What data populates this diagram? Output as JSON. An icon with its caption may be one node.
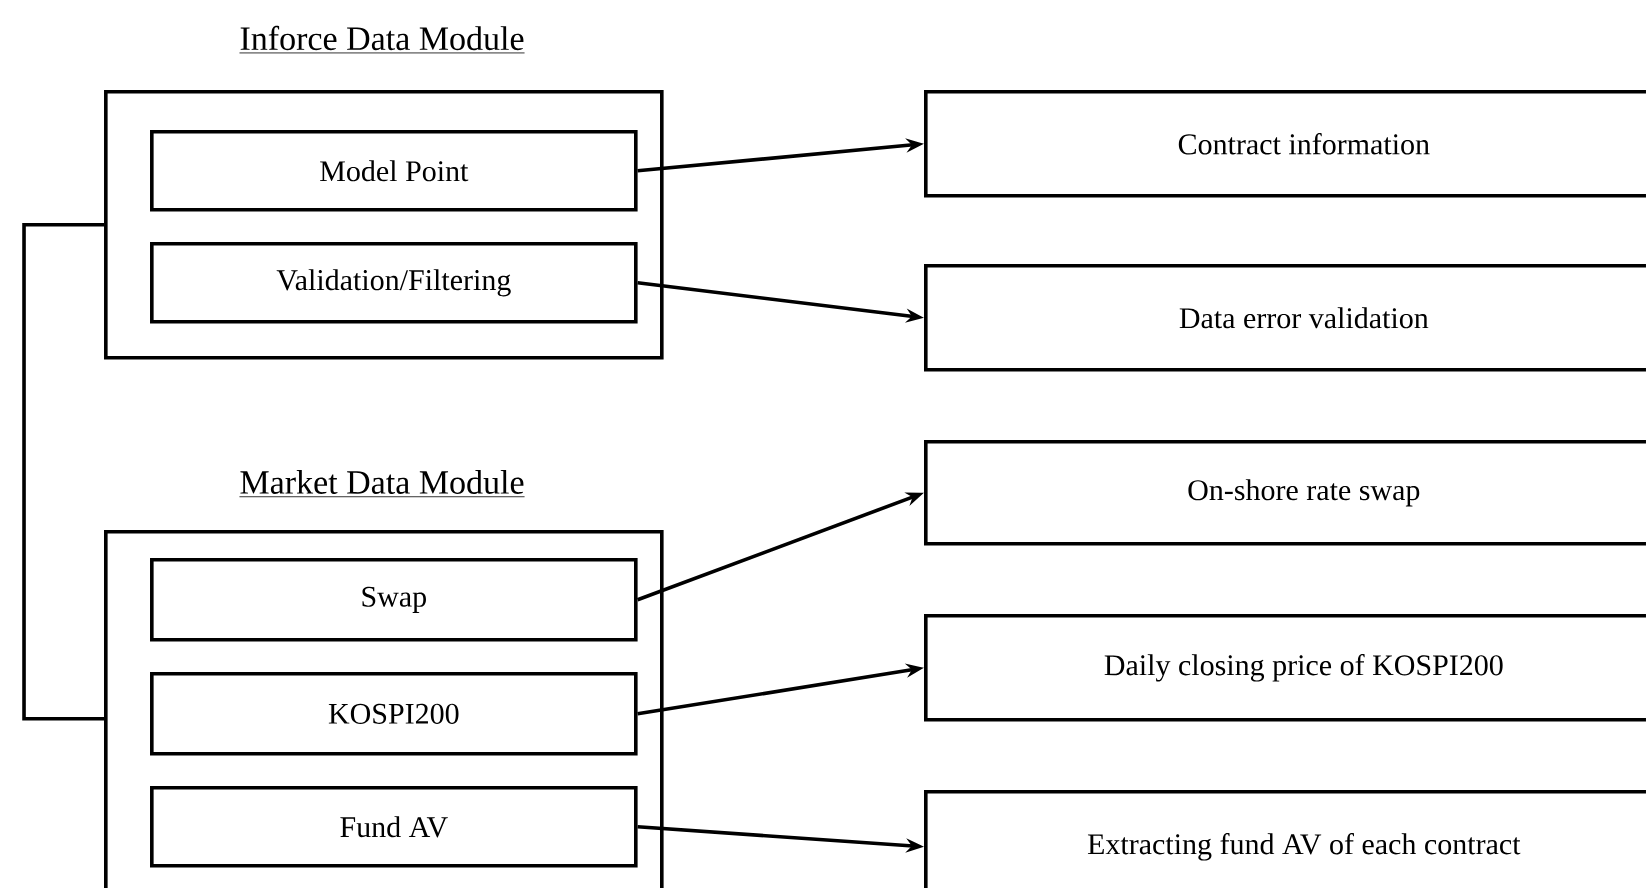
{
  "diagram": {
    "nodes": [
      {
        "text": [
          "Inforce Data Module"
        ]
      },
      {
        "text": [
          "Model Point"
        ],
        "in": 0
      },
      {
        "text": [
          "Validation/Filtering"
        ],
        "in": 0
      },
      {
        "text": [
          "Market Data Module"
        ]
      },
      {
        "text": [
          "Swap"
        ],
        "in": 3
      },
      {
        "text": [
          "KOSPI200"
        ],
        "in": 3
      },
      {
        "text": [
          "Fund AV"
        ],
        "in": 3
      },
      {
        "text": [
          "Contract information"
        ]
      },
      {
        "text": [
          "Data error validation"
        ]
      },
      {
        "text": [
          "On-shore rate swap"
        ]
      },
      {
        "text": [
          "Daily closing price of KOSPI200"
        ]
      },
      {
        "text": [
          "Extracting fund AV of each contract"
        ]
      }
    ],
    "edges": [
      {
        "from": 0,
        "to": 3,
        "arrow": "none"
      },
      {
        "from": 1,
        "to": 7,
        "arrow": "to"
      },
      {
        "from": 2,
        "to": 8,
        "arrow": "to"
      },
      {
        "from": 4,
        "to": 9,
        "arrow": "to"
      },
      {
        "from": 5,
        "to": 10,
        "arrow": "to"
      },
      {
        "from": 6,
        "to": 11,
        "arrow": "to"
      }
    ]
  }
}
